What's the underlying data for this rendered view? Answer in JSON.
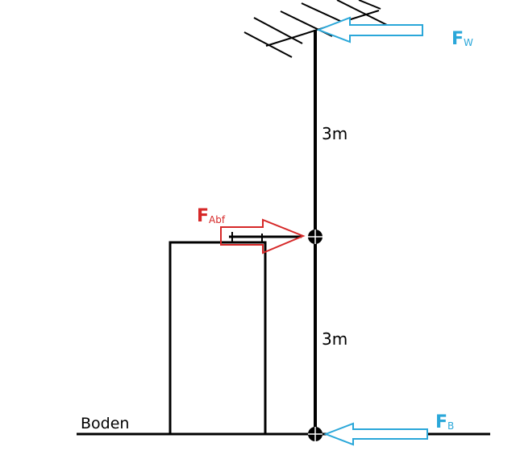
{
  "labels": {
    "dim_upper": "3m",
    "dim_lower": "3m",
    "ground": "Boden",
    "force_wind_main": "F",
    "force_wind_sub": "W",
    "force_bracket_main": "F",
    "force_bracket_sub": "Abf",
    "force_base_main": "F",
    "force_base_sub": "B"
  },
  "colors": {
    "line": "#000000",
    "wind_arrow": "#2aa7d9",
    "bracket_arrow": "#d62828",
    "background": "#ffffff"
  }
}
